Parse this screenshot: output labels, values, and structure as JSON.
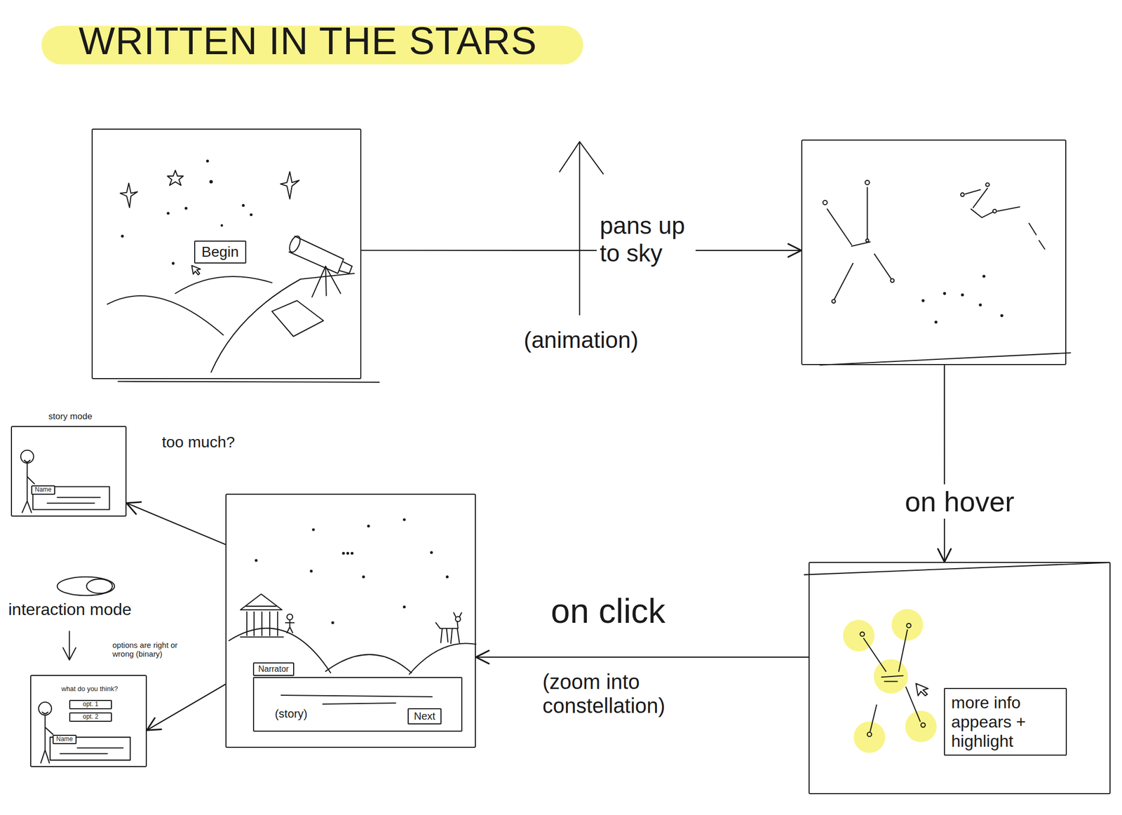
{
  "diagram": {
    "title": "WRITTEN IN THE STARS",
    "nodes": [
      {
        "text": []
      },
      {
        "text": [
          "Begin"
        ],
        "in": 0
      },
      {
        "text": []
      },
      {
        "text": []
      },
      {
        "text": [
          "more info appears + highlight"
        ],
        "in": 3
      },
      {
        "text": []
      },
      {
        "text": [
          "Narrator"
        ],
        "in": 5
      },
      {
        "text": [
          "(story)"
        ],
        "in": 5
      },
      {
        "text": [
          "Next"
        ],
        "in": 7
      },
      {
        "text": [
          "story mode"
        ]
      },
      {
        "text": [
          "Name"
        ],
        "in": 9
      },
      {
        "text": [
          "what do you think?"
        ]
      },
      {
        "text": [
          "opt. 1"
        ],
        "in": 11
      },
      {
        "text": [
          "opt. 2"
        ],
        "in": 11
      },
      {
        "text": [
          "Name"
        ],
        "in": 11
      }
    ],
    "edges": [
      {
        "from": 0,
        "to": 2,
        "label": "pans up to sky",
        "arrow": "to"
      },
      {
        "from": 2,
        "to": 3,
        "label": "on hover",
        "arrow": "to"
      },
      {
        "from": 3,
        "to": 5,
        "label": "on click",
        "arrow": "to"
      },
      {
        "from": 5,
        "to": 9,
        "arrow": "to"
      },
      {
        "from": 5,
        "to": 11,
        "arrow": "to"
      }
    ],
    "labels": [
      "(animation)",
      "(zoom into constellation)",
      "too much?",
      "interaction mode",
      "options are right or wrong (binary)"
    ]
  }
}
